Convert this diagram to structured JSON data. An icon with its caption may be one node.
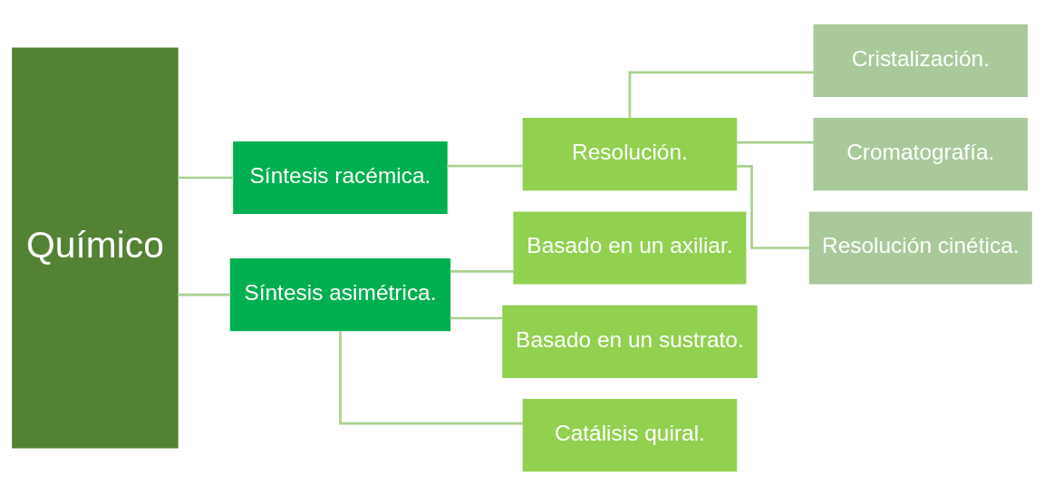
{
  "diagram": {
    "nodes": [
      {
        "text": [
          "Químico"
        ]
      },
      {
        "text": [
          "Síntesis racémica."
        ]
      },
      {
        "text": [
          "Síntesis asimétrica."
        ]
      },
      {
        "text": [
          "Resolución."
        ]
      },
      {
        "text": [
          "Basado en un axiliar."
        ]
      },
      {
        "text": [
          "Basado en un sustrato."
        ]
      },
      {
        "text": [
          "Catálisis quiral."
        ]
      },
      {
        "text": [
          "Cristalización."
        ]
      },
      {
        "text": [
          "Cromatografía."
        ]
      },
      {
        "text": [
          "Resolución cinética."
        ]
      }
    ],
    "edges": [
      {
        "from": 0,
        "to": 1,
        "arrow": "none"
      },
      {
        "from": 0,
        "to": 2,
        "arrow": "none"
      },
      {
        "from": 1,
        "to": 3,
        "arrow": "none"
      },
      {
        "from": 2,
        "to": 4,
        "arrow": "none"
      },
      {
        "from": 2,
        "to": 5,
        "arrow": "none"
      },
      {
        "from": 2,
        "to": 6,
        "arrow": "none"
      },
      {
        "from": 3,
        "to": 7,
        "arrow": "none"
      },
      {
        "from": 3,
        "to": 8,
        "arrow": "none"
      },
      {
        "from": 3,
        "to": 9,
        "arrow": "none"
      }
    ]
  }
}
